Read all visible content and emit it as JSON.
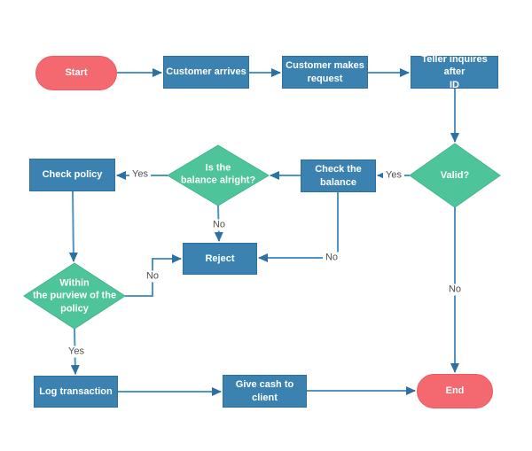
{
  "diagram": {
    "type": "flowchart",
    "nodes": {
      "start": {
        "label": "Start",
        "shape": "terminator"
      },
      "customer_arrives": {
        "label": "Customer arrives",
        "shape": "process"
      },
      "customer_makes_request": {
        "label": "Customer makes\nrequest",
        "shape": "process"
      },
      "teller_inquires_after_id": {
        "label": "Teller inquires after\nID",
        "shape": "process"
      },
      "valid": {
        "label": "Valid?",
        "shape": "decision"
      },
      "check_the_balance": {
        "label": "Check the\nbalance",
        "shape": "process"
      },
      "is_the_balance_alright": {
        "label": "Is the\nbalance alright?",
        "shape": "decision"
      },
      "check_policy": {
        "label": "Check policy",
        "shape": "process"
      },
      "reject": {
        "label": "Reject",
        "shape": "process"
      },
      "within_purview_of_policy": {
        "label": "Within\nthe purview of the\npolicy",
        "shape": "decision"
      },
      "log_transaction": {
        "label": "Log transaction",
        "shape": "process"
      },
      "give_cash_to_client": {
        "label": "Give cash to client",
        "shape": "process"
      },
      "end": {
        "label": "End",
        "shape": "terminator"
      }
    },
    "edges": [
      {
        "from": "start",
        "to": "customer_arrives",
        "label": ""
      },
      {
        "from": "customer_arrives",
        "to": "customer_makes_request",
        "label": ""
      },
      {
        "from": "customer_makes_request",
        "to": "teller_inquires_after_id",
        "label": ""
      },
      {
        "from": "teller_inquires_after_id",
        "to": "valid",
        "label": ""
      },
      {
        "from": "valid",
        "to": "check_the_balance",
        "label": "Yes"
      },
      {
        "from": "check_the_balance",
        "to": "is_the_balance_alright",
        "label": ""
      },
      {
        "from": "is_the_balance_alright",
        "to": "check_policy",
        "label": "Yes"
      },
      {
        "from": "check_policy",
        "to": "within_purview_of_policy",
        "label": ""
      },
      {
        "from": "is_the_balance_alright",
        "to": "reject",
        "label": "No"
      },
      {
        "from": "check_the_balance",
        "to": "reject",
        "label": "No"
      },
      {
        "from": "within_purview_of_policy",
        "to": "reject",
        "label": "No"
      },
      {
        "from": "valid",
        "to": "end",
        "label": "No"
      },
      {
        "from": "within_purview_of_policy",
        "to": "log_transaction",
        "label": "Yes"
      },
      {
        "from": "log_transaction",
        "to": "give_cash_to_client",
        "label": ""
      },
      {
        "from": "give_cash_to_client",
        "to": "end",
        "label": ""
      }
    ],
    "colors": {
      "process_fill": "#3B82B0",
      "process_border": "#2E6F9D",
      "decision_fill": "#4EC49A",
      "decision_border": "#41B58B",
      "terminator_fill": "#F4686F",
      "terminator_border": "#ED5A64",
      "connector": "#4E94C4",
      "arrowhead": "#2D70A4",
      "label_text": "#4F4F4F",
      "node_text": "#FFFFFF",
      "background": "#FFFFFF"
    }
  }
}
